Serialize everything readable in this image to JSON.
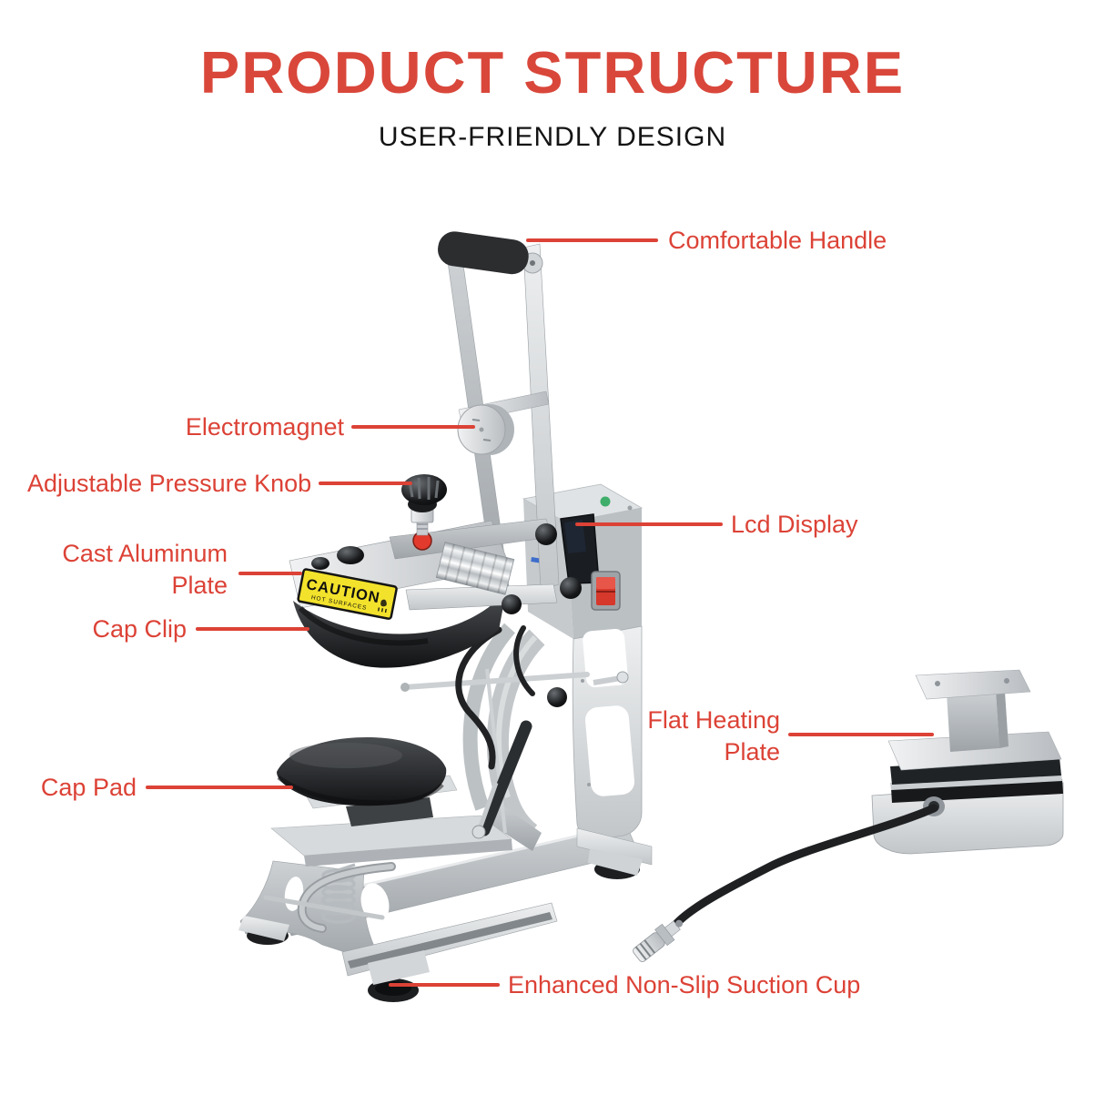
{
  "header": {
    "title": "PRODUCT STRUCTURE",
    "subtitle": "USER-FRIENDLY DESIGN"
  },
  "callouts": {
    "comfortable_handle": "Comfortable Handle",
    "electromagnet": "Electromagnet",
    "adjustable_pressure_knob": "Adjustable Pressure Knob",
    "lcd_display": "Lcd Display",
    "cast_aluminum_plate": "Cast Aluminum Plate",
    "cap_clip": "Cap Clip",
    "flat_heating_plate": "Flat Heating Plate",
    "cap_pad": "Cap Pad",
    "enhanced_suction_cup": "Enhanced Non-Slip Suction Cup"
  },
  "machine": {
    "caution": {
      "title": "CAUTION",
      "subtitle": "HOT SURFACES"
    }
  },
  "colors": {
    "title_red": "#D9473B",
    "accent_red": "#DC4236",
    "caution_yellow": "#F3E22B",
    "indicator_green": "#3FAE6A",
    "switch_red": "#D6382B"
  }
}
